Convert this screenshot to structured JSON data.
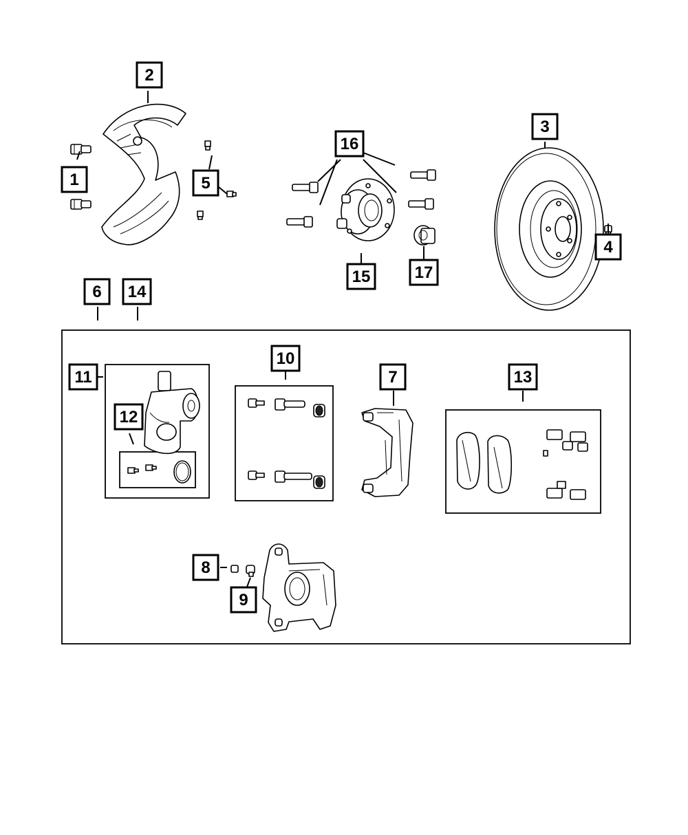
{
  "callouts": {
    "c1": "1",
    "c2": "2",
    "c3": "3",
    "c4": "4",
    "c5": "5",
    "c6": "6",
    "c7": "7",
    "c8": "8",
    "c9": "9",
    "c10": "10",
    "c11": "11",
    "c12": "12",
    "c13": "13",
    "c14": "14",
    "c15": "15",
    "c16": "16",
    "c17": "17"
  }
}
